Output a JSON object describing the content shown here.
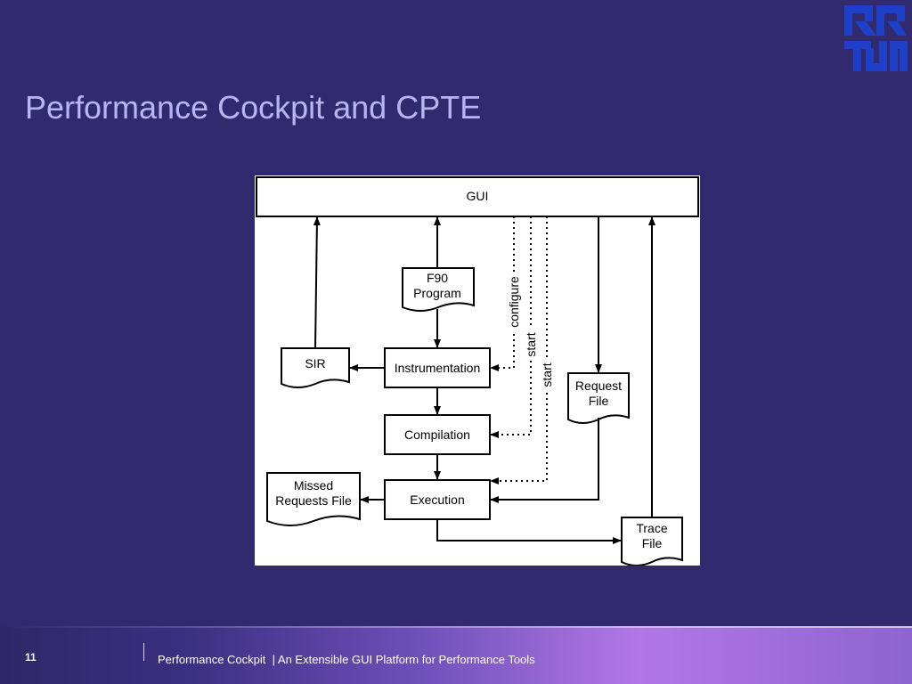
{
  "slide": {
    "title": "Performance Cockpit and CPTE",
    "page_number": "11",
    "footer_title": "Performance Cockpit",
    "footer_subtitle": "| An Extensible GUI Platform for Performance Tools"
  },
  "logo": {
    "icon": "tum-logo-icon",
    "color": "#1e3fc8"
  },
  "diagram": {
    "gui": "GUI",
    "f90_line1": "F90",
    "f90_line2": "Program",
    "sir": "SIR",
    "instrumentation": "Instrumentation",
    "compilation": "Compilation",
    "execution": "Execution",
    "missed_line1": "Missed",
    "missed_line2": "Requests File",
    "request_line1": "Request",
    "request_line2": "File",
    "trace_line1": "Trace",
    "trace_line2": "File",
    "configure_label": "configure",
    "start_label_1": "start",
    "start_label_2": "start"
  },
  "colors": {
    "background": "#322a6e",
    "title": "#b9b4f2"
  }
}
